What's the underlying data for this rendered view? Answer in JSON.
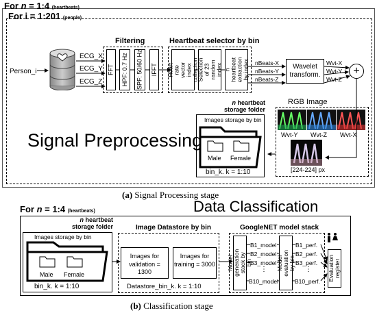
{
  "stage_a": {
    "outer_title_prefix": "For ",
    "outer_title_var": "n",
    "outer_title_range": " = 1:4",
    "outer_title_note": "(heartbeats)",
    "inner_title": "For i = 1:201",
    "inner_title_note": "(people)",
    "person_label": "Person_i",
    "ecg_x": "ECG_X",
    "ecg_y": "ECG_Y",
    "ecg_z": "ECG_Z",
    "filtering_title": "Filtering",
    "fft": "FFT",
    "hpf": "HPF: 0.7 Hz",
    "spf": "SPF: 50/60 Hz",
    "ifft": "IFFT",
    "selector_title": "Heartbeat selector by bin",
    "hr_vector": "Heart rate vector index collection",
    "selection_random": "Selection of 23 random index",
    "n_heartbeat_extraction": "n heartbeat extraction by index",
    "nbeats_x": "nBeats-X",
    "nbeats_y": "nBeats-Y",
    "nbeats_z": "nBeats-Z",
    "wavelet": "Wavelet transform.",
    "wvt_x": "Wvt-X",
    "wvt_y": "Wvt-Y",
    "wvt_z": "Wvt-Z",
    "plus": "+",
    "rgb_title": "RGB Image",
    "rgb_wvt_y": "Wvt-Y",
    "rgb_wvt_z": "Wvt-Z",
    "rgb_wvt_x": "Wvt-X",
    "px_label": "[224-224] px",
    "storage_title_var": "n",
    "storage_title": " heartbeat storage folder",
    "images_storage": "Images storage by bin",
    "male": "Male",
    "female": "Female",
    "bin_label": "bin_k. k = 1:10",
    "big_label": "Signal Preprocessing",
    "caption_letter": "(a)",
    "caption_text": " Signal Processing stage"
  },
  "stage_b": {
    "outer_title_prefix": "For ",
    "outer_title_var": "n",
    "outer_title_range": " = 1:4",
    "outer_title_note": "(heartbeats)",
    "big_label": "Data Classification",
    "storage_title_var": "n",
    "storage_title": " heartbeat storage folder",
    "images_storage": "Images storage by bin",
    "male": "Male",
    "female": "Female",
    "bin_label": "bin_k. k = 1:10",
    "datastore_title": "Image Datastore by bin",
    "validation": "Images for validation = 1300",
    "training": "Images for training = 3000",
    "datastore_label": "Datastore_bin_k. k = 1:10",
    "googlenet_title": "GoogleNET model stack",
    "model_generation": "Model generation stack by bin",
    "model_evaluation": "Model evaluation by bin",
    "models": [
      "B1_model",
      "B2_model",
      "B3_model",
      "B10_model"
    ],
    "perfs": [
      "B1_perf.",
      "B2_perf.",
      "B3_perf.",
      "B10_perf."
    ],
    "dots": "⋮",
    "eval_register": "Evaluation register",
    "caption_letter": "(b)",
    "caption_text": " Classification stage"
  }
}
